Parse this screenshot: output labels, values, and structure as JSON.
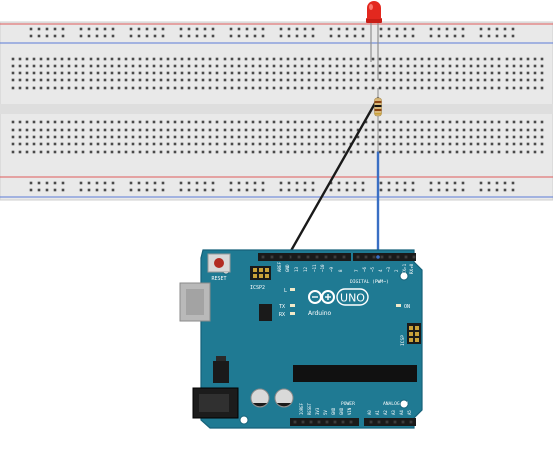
{
  "colors": {
    "breadboard": "#e9e9e9",
    "rail_red": "#e05a5a",
    "rail_blue": "#5a7ad8",
    "board": "#1f7a93",
    "board_dark": "#16627a",
    "wire_black": "#1a1a1a",
    "wire_blue": "#3a6fc4",
    "led": "#e3281f",
    "hole": "#4a4a4a",
    "hole_green": "#35c24a"
  },
  "board": {
    "brand": "UNO",
    "logo_text": "Arduino",
    "reset_label": "RESET",
    "icsp_label": "ICSP2",
    "icsp_label_right": "ICSP",
    "digital_label": "DIGITAL (PWM~)",
    "aref_label": "AREF",
    "gnd_label": "GND",
    "pin13_label": "13",
    "pin12_label": "12",
    "pin11_label": "~11",
    "pin10_label": "~10",
    "pin9_label": "~9",
    "pin8_label": "8",
    "pin7_label": "7",
    "pin6_label": "~6",
    "pin5_label": "~5",
    "pin4_label": "4",
    "pin3_label": "~3",
    "pin2_label": "2",
    "tx_pin_label": "TX▸1",
    "rx_pin_label": "RX◂0",
    "l_led_label": "L",
    "tx_led_label": "TX",
    "rx_led_label": "RX",
    "on_led_label": "ON",
    "power_label": "POWER",
    "analog_label": "ANALOG IN",
    "ioref_label": "IOREF",
    "reset_pin_label": "RESET",
    "v33_label": "3V3",
    "v5_label": "5V",
    "gnd1_label": "GND",
    "gnd2_label": "GND",
    "vin_label": "VIN",
    "a0_label": "A0",
    "a1_label": "A1",
    "a2_label": "A2",
    "a3_label": "A3",
    "a4_label": "A4",
    "a5_label": "A5"
  }
}
